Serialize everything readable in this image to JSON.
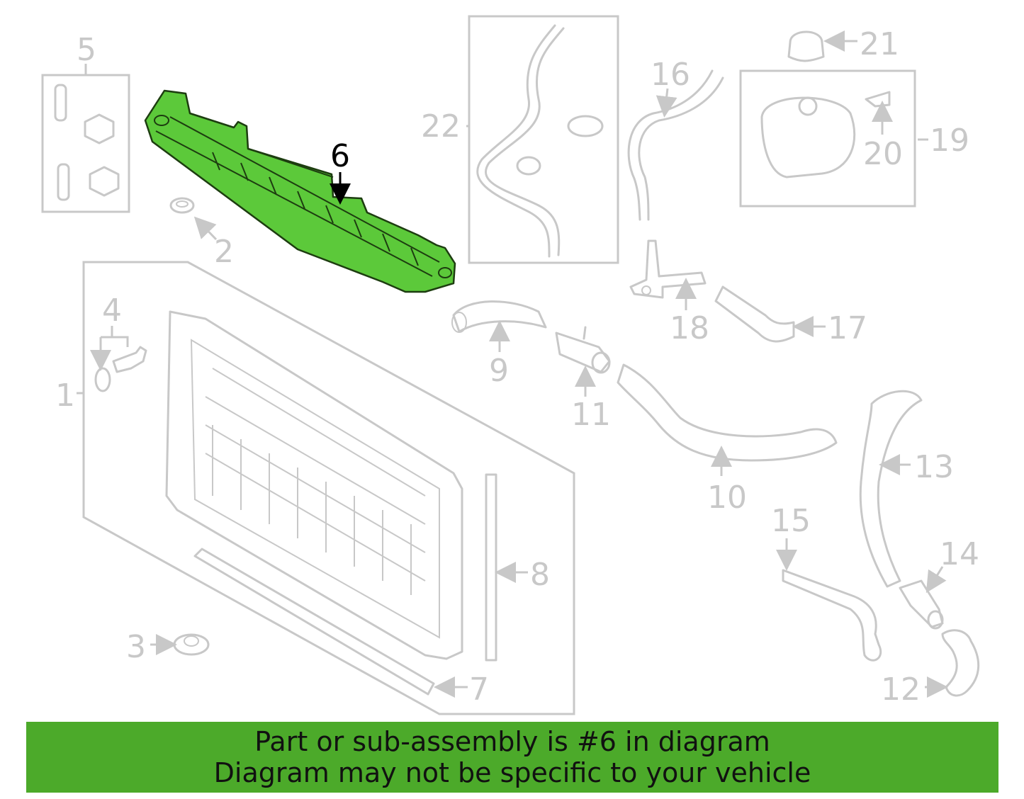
{
  "diagram": {
    "highlight_color": "#5cc93a",
    "muted_color": "#c8c8c8",
    "highlighted_part": "6",
    "callouts": [
      "1",
      "2",
      "3",
      "4",
      "5",
      "6",
      "7",
      "8",
      "9",
      "10",
      "11",
      "12",
      "13",
      "14",
      "15",
      "16",
      "17",
      "18",
      "19",
      "20",
      "21",
      "22"
    ]
  },
  "banner": {
    "color": "#4caa2a",
    "line1": "Part or sub-assembly is #6 in diagram",
    "line2": "Diagram may not be specific to your vehicle"
  }
}
